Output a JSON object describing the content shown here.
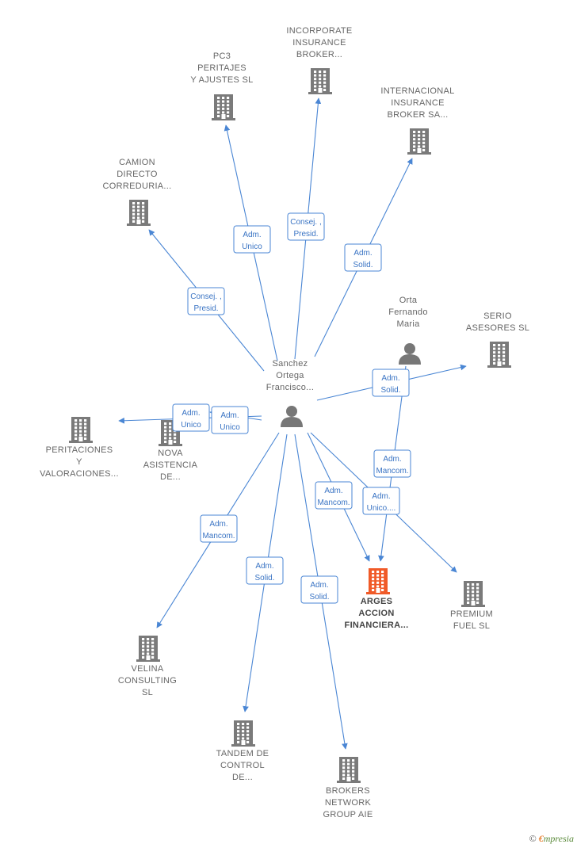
{
  "colors": {
    "company": "#7a7a7a",
    "primary": "#f05a28",
    "person": "#777777",
    "edge": "#4a86d4"
  },
  "nodes": [
    {
      "id": "sanchez",
      "kind": "person",
      "lines": [
        "Sanchez",
        "Ortega",
        "Francisco..."
      ]
    },
    {
      "id": "orta",
      "kind": "person",
      "lines": [
        "Orta",
        "Fernando",
        "Maria"
      ]
    },
    {
      "id": "incorporate",
      "kind": "company",
      "lines": [
        "INCORPORATE",
        "INSURANCE",
        "BROKER..."
      ]
    },
    {
      "id": "pc3",
      "kind": "company",
      "lines": [
        "PC3",
        "PERITAJES",
        "Y AJUSTES SL"
      ]
    },
    {
      "id": "internacional",
      "kind": "company",
      "lines": [
        "INTERNACIONAL",
        "INSURANCE",
        "BROKER SA..."
      ]
    },
    {
      "id": "camion",
      "kind": "company",
      "lines": [
        "CAMION",
        "DIRECTO",
        "CORREDURIA..."
      ]
    },
    {
      "id": "serio",
      "kind": "company",
      "lines": [
        "SERIO",
        "ASESORES SL"
      ]
    },
    {
      "id": "peritaciones",
      "kind": "company",
      "lines": [
        "PERITACIONES",
        "Y",
        "VALORACIONES..."
      ]
    },
    {
      "id": "nova",
      "kind": "company",
      "lines": [
        "NOVA",
        "ASISTENCIA",
        "DE..."
      ]
    },
    {
      "id": "arges",
      "kind": "primary",
      "lines": [
        "ARGES",
        "ACCION",
        "FINANCIERA..."
      ]
    },
    {
      "id": "premium",
      "kind": "company",
      "lines": [
        "PREMIUM",
        "FUEL SL"
      ]
    },
    {
      "id": "velina",
      "kind": "company",
      "lines": [
        "VELINA",
        "CONSULTING",
        "SL"
      ]
    },
    {
      "id": "tandem",
      "kind": "company",
      "lines": [
        "TANDEM DE",
        "CONTROL",
        "DE..."
      ]
    },
    {
      "id": "brokers",
      "kind": "company",
      "lines": [
        "BROKERS",
        "NETWORK",
        "GROUP AIE"
      ]
    }
  ],
  "edges": [
    {
      "from": "sanchez",
      "to": "camion",
      "label": [
        "Consej. ,",
        "Presid."
      ]
    },
    {
      "from": "sanchez",
      "to": "pc3",
      "label": [
        "Adm.",
        "Unico"
      ]
    },
    {
      "from": "sanchez",
      "to": "incorporate",
      "label": [
        "Consej. ,",
        "Presid."
      ]
    },
    {
      "from": "sanchez",
      "to": "internacional",
      "label": [
        "Adm.",
        "Solid."
      ]
    },
    {
      "from": "sanchez",
      "to": "serio",
      "label": [
        "Adm.",
        "Solid."
      ]
    },
    {
      "from": "sanchez",
      "to": "peritaciones",
      "label": [
        "Adm.",
        "Unico"
      ]
    },
    {
      "from": "sanchez",
      "to": "nova",
      "label": [
        "Adm.",
        "Unico"
      ]
    },
    {
      "from": "sanchez",
      "to": "arges",
      "label": [
        "Adm.",
        "Mancom."
      ]
    },
    {
      "from": "sanchez",
      "to": "premium",
      "label": [
        "Adm.",
        "Unico...."
      ]
    },
    {
      "from": "sanchez",
      "to": "velina",
      "label": [
        "Adm.",
        "Mancom."
      ]
    },
    {
      "from": "sanchez",
      "to": "tandem",
      "label": [
        "Adm.",
        "Solid."
      ]
    },
    {
      "from": "sanchez",
      "to": "brokers",
      "label": [
        "Adm.",
        "Solid."
      ]
    },
    {
      "from": "orta",
      "to": "arges",
      "label": [
        "Adm.",
        "Mancom."
      ]
    }
  ],
  "footer": {
    "symbol": "©",
    "brand_first": "€",
    "brand_rest": "mpresia"
  }
}
